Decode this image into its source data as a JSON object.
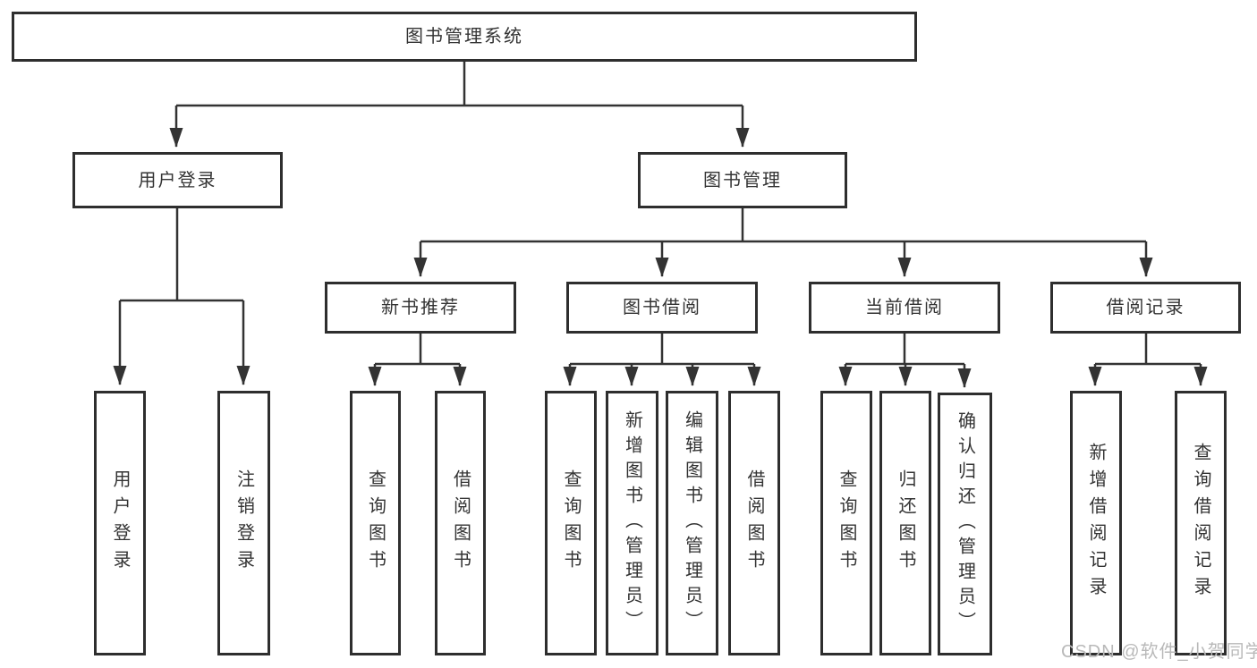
{
  "tree": {
    "root": "图书管理系统",
    "branches": [
      {
        "label": "用户登录",
        "children": [
          "用户登录",
          "注销登录"
        ]
      },
      {
        "label": "图书管理",
        "children": [
          {
            "label": "新书推荐",
            "children": [
              "查询图书",
              "借阅图书"
            ]
          },
          {
            "label": "图书借阅",
            "children": [
              "查询图书",
              "新增图书（管理员）",
              "编辑图书（管理员）",
              "借阅图书"
            ]
          },
          {
            "label": "当前借阅",
            "children": [
              "查询图书",
              "归还图书",
              "确认归还（管理员）"
            ]
          },
          {
            "label": "借阅记录",
            "children": [
              "新增借阅记录",
              "查询借阅记录"
            ]
          }
        ]
      }
    ]
  },
  "watermark": {
    "text": "CSDN @软件_小贺同学",
    "color": "#b9b9b9"
  },
  "colors": {
    "line": "#333333",
    "box_border": "#2e2e2e",
    "text": "#333333",
    "background": "#ffffff"
  }
}
